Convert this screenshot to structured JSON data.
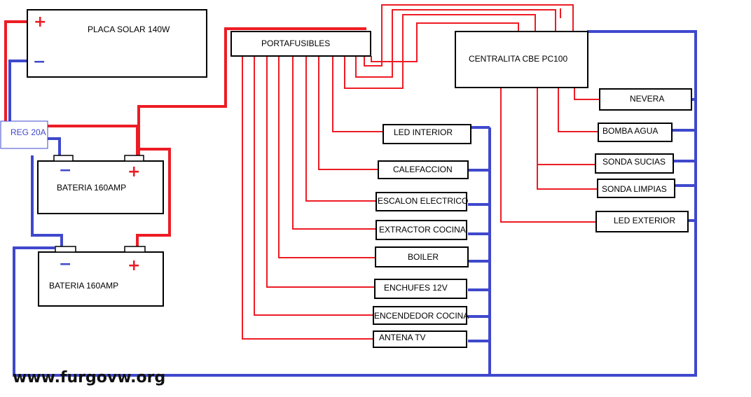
{
  "colors": {
    "positive_wire": "#ed1c24",
    "negative_wire": "#3f48cc",
    "box_border": "#000000"
  },
  "solar_panel": {
    "label": "PLACA SOLAR 140W",
    "plus": "+",
    "minus": "−"
  },
  "regulator": {
    "label": "REG 20A"
  },
  "battery_1": {
    "label": "BATERIA 160AMP",
    "plus": "+",
    "minus": "−"
  },
  "battery_2": {
    "label": "BATERIA 160AMP",
    "plus": "+",
    "minus": "−"
  },
  "fuse_box": {
    "label": "PORTAFUSIBLES"
  },
  "control_unit": {
    "label": "CENTRALITA CBE PC100"
  },
  "fuse_loads": [
    {
      "label": "LED INTERIOR"
    },
    {
      "label": "CALEFACCION"
    },
    {
      "label": "ESCALON ELECTRICO"
    },
    {
      "label": "EXTRACTOR COCINA"
    },
    {
      "label": "BOILER"
    },
    {
      "label": "ENCHUFES 12V"
    },
    {
      "label": "ENCENDEDOR COCINA"
    },
    {
      "label": "ANTENA TV"
    }
  ],
  "control_loads": [
    {
      "label": "NEVERA"
    },
    {
      "label": "BOMBA AGUA"
    },
    {
      "label": "SONDA SUCIAS"
    },
    {
      "label": "SONDA LIMPIAS"
    },
    {
      "label": "LED EXTERIOR"
    }
  ],
  "watermark": "www.furgovw.org"
}
